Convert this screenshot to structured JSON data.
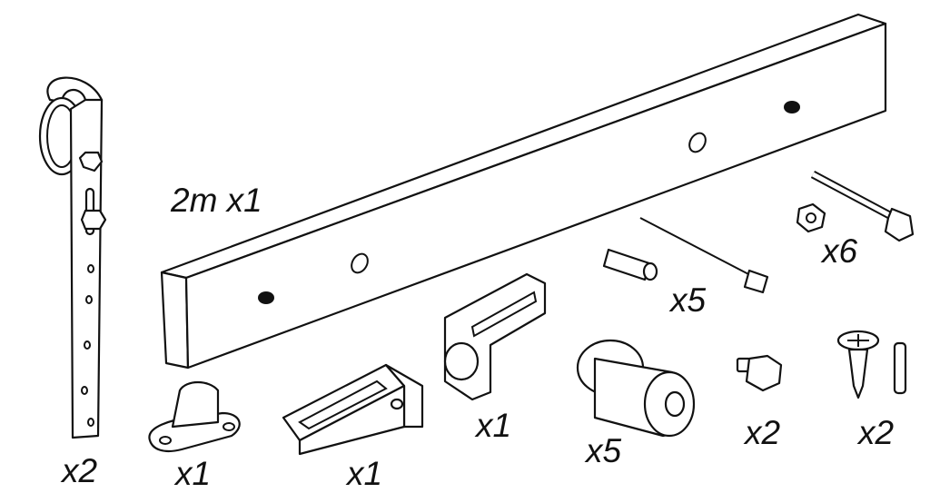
{
  "title": "Barn door hardware kit contents",
  "parts": [
    {
      "name": "hanger-strap",
      "quantity": "x2"
    },
    {
      "name": "rail",
      "quantity": "2m x1"
    },
    {
      "name": "floor-guide",
      "quantity": "x1"
    },
    {
      "name": "wall-guide-bracket",
      "quantity": "x1"
    },
    {
      "name": "end-stop",
      "quantity": "x1"
    },
    {
      "name": "bumper",
      "quantity": "x5"
    },
    {
      "name": "lag-screw-with-spacer",
      "quantity": "x5"
    },
    {
      "name": "bolt-and-nut",
      "quantity": "x6"
    },
    {
      "name": "hex-bolt",
      "quantity": "x2"
    },
    {
      "name": "screw-and-set-screw",
      "quantity": "x2"
    }
  ]
}
